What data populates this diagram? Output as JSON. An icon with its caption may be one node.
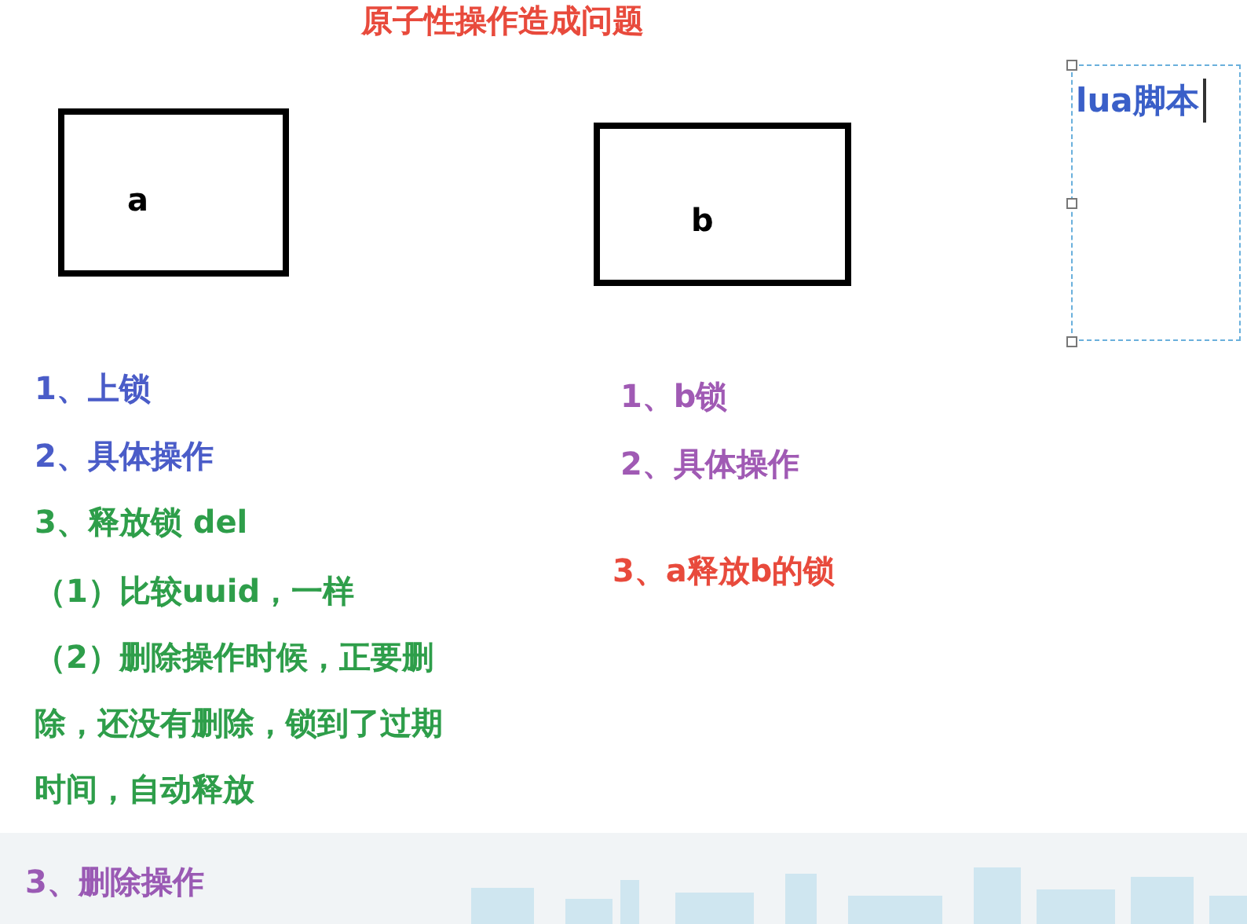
{
  "diagram": {
    "title": "原子性操作造成问题",
    "nodes": [
      {
        "text": [
          "a"
        ]
      },
      {
        "text": [
          "b"
        ]
      },
      {
        "text": [
          "lua脚本"
        ]
      }
    ],
    "labels": [
      "1、上锁",
      "2、具体操作",
      "3、释放锁 del",
      "（1）比较uuid，一样",
      "（2）删除操作时候，正要删除，还没有删除，锁到了过期时间，自动释放",
      "3、删除操作",
      "1、b锁",
      "2、具体操作",
      "3、a释放b的锁"
    ]
  }
}
